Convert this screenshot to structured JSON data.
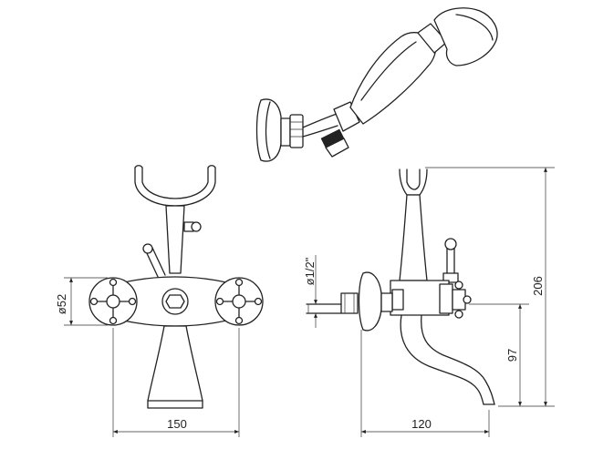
{
  "dimensions": {
    "diameter": "ø52",
    "width_front": "150",
    "thread": "ø1/2\"",
    "height_total": "206",
    "spout_height": "97",
    "spout_reach": "120"
  }
}
